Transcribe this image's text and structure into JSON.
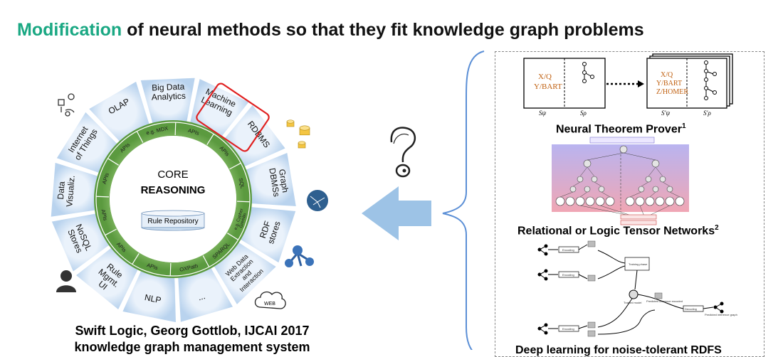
{
  "title": {
    "highlight": "Modification",
    "rest": " of neural methods so that they fit knowledge graph problems"
  },
  "wheel": {
    "center_line1": "CORE",
    "center_line2": "REASONING",
    "rule_repository": "Rule Repository",
    "outer_segments": [
      "OLAP",
      "Big Data|Analytics",
      "Machine|Learning",
      "RDBMS",
      "Graph|DBMSs",
      "RDF|stores",
      "Web Data|Extraction|and|Interaction",
      "...",
      "NLP",
      "Rule|Mgmt.|UI",
      "NoSQL|Stores",
      "Data|Visualiz.",
      "Internet|of Things"
    ],
    "inner_labels": [
      "e.g. MDX",
      "APIs",
      "APIs",
      "SQL",
      "e.g. Cypher|Gremlin",
      "SPARQL",
      "OXPath",
      "APIs",
      "APIs",
      "APIs",
      "APIs",
      "APIs"
    ],
    "web_label": "WEB",
    "highlight_color": "#e02020"
  },
  "credit": {
    "line1": "Swift Logic, Georg Gottlob, IJCAI 2017",
    "line2": "knowledge graph management system"
  },
  "right": {
    "ntp": {
      "caption": "Neural Theorem Prover",
      "sup": "1",
      "box1_lines": [
        "X/Q",
        "Y/BART"
      ],
      "box2_lines": [
        "X/Q",
        "Y/BART",
        "Z/HOMER"
      ],
      "sub_labels": [
        "Sψ",
        "Sρ",
        "S′ψ",
        "S′ρ"
      ]
    },
    "rltn": {
      "caption": "Relational or Logic Tensor Networks",
      "sup": "2"
    },
    "dl": {
      "caption": "Deep learning for noise-tolerant RDFS",
      "labels": [
        "Encoding",
        "Encoding",
        "Training phase",
        "Trained model",
        "Predicted inference encoded",
        "Decoding",
        "Predicted inference graph",
        "Encoding"
      ]
    }
  },
  "colors": {
    "accent": "#1aa883",
    "segment": "#cfe0f2",
    "ring": "#6aa84f",
    "arrow": "#9dc3e6",
    "brace": "#5b8fd6"
  }
}
